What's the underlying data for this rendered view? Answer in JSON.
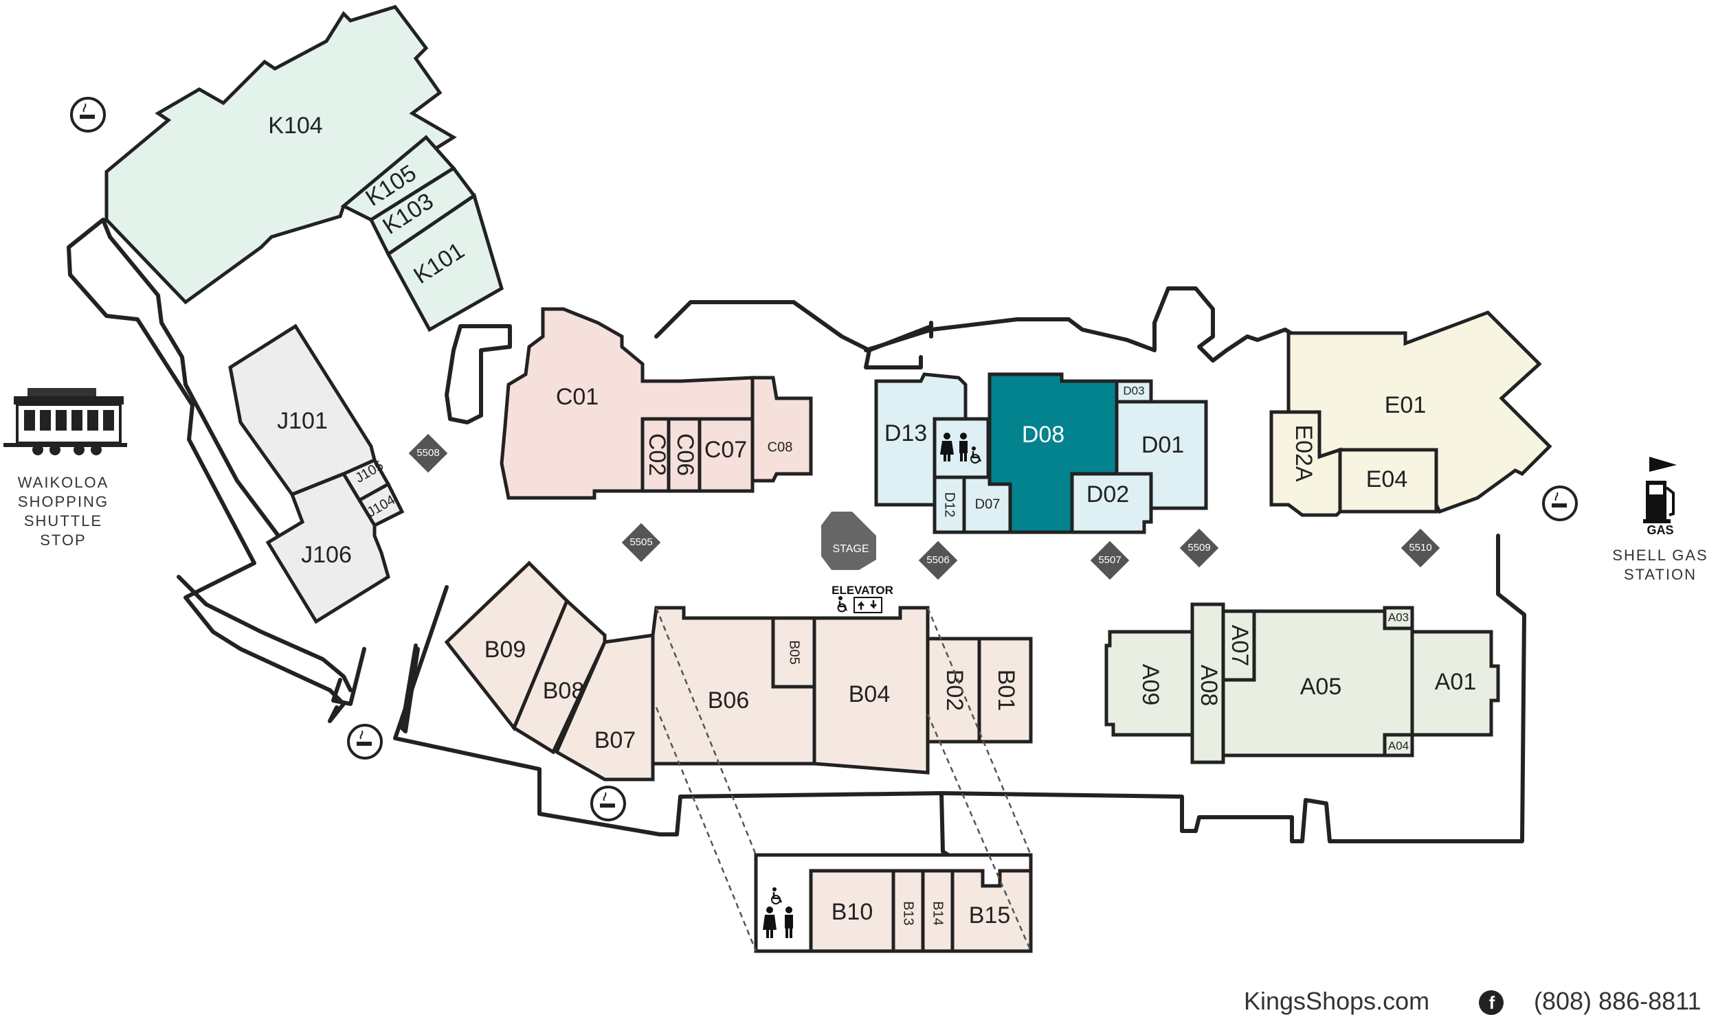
{
  "units": {
    "K104": "K104",
    "K105": "K105",
    "K103": "K103",
    "K101": "K101",
    "J101": "J101",
    "J105": "J105",
    "J104": "J104",
    "J106": "J106",
    "C01": "C01",
    "C02": "C02",
    "C06": "C06",
    "C07": "C07",
    "C08": "C08",
    "D13": "D13",
    "D12": "D12",
    "D07": "D07",
    "D08": "D08",
    "D03": "D03",
    "D01": "D01",
    "D02": "D02",
    "E01": "E01",
    "E02A": "E02A",
    "E04": "E04",
    "B09": "B09",
    "B08": "B08",
    "B07": "B07",
    "B06": "B06",
    "B05": "B05",
    "B04": "B04",
    "B02": "B02",
    "B01": "B01",
    "B10": "B10",
    "B13": "B13",
    "B14": "B14",
    "B15": "B15",
    "A09": "A09",
    "A08": "A08",
    "A07": "A07",
    "A05": "A05",
    "A03": "A03",
    "A04": "A04",
    "A01": "A01"
  },
  "kiosks": [
    "5508",
    "5505",
    "5506",
    "5507",
    "5509",
    "5510"
  ],
  "stage_label": "STAGE",
  "elevator_label": "ELEVATOR",
  "shuttle": {
    "line1": "WAIKOLOA",
    "line2": "SHOPPING",
    "line3": "SHUTTLE",
    "line4": "STOP"
  },
  "gas": {
    "icon_label": "GAS",
    "line1": "SHELL GAS",
    "line2": "STATION"
  },
  "footer": {
    "website": "KingsShops.com",
    "phone": "(808) 886-8811"
  },
  "colors": {
    "K_wing": "#e3f3ec",
    "J_wing": "#ededed",
    "C_wing": "#f6e0dc",
    "D_wing": "#dff0f4",
    "D08_highlight": "#02838e",
    "E_wing": "#f7f4e2",
    "B_wing": "#f5e8e1",
    "A_wing": "#e9eee2",
    "kiosk": "#555555",
    "stage": "#666666"
  },
  "icons": [
    "smoking-area-icon",
    "restroom-icon",
    "accessible-icon",
    "trolley-icon",
    "gas-pump-icon",
    "flag-icon",
    "facebook-icon"
  ]
}
